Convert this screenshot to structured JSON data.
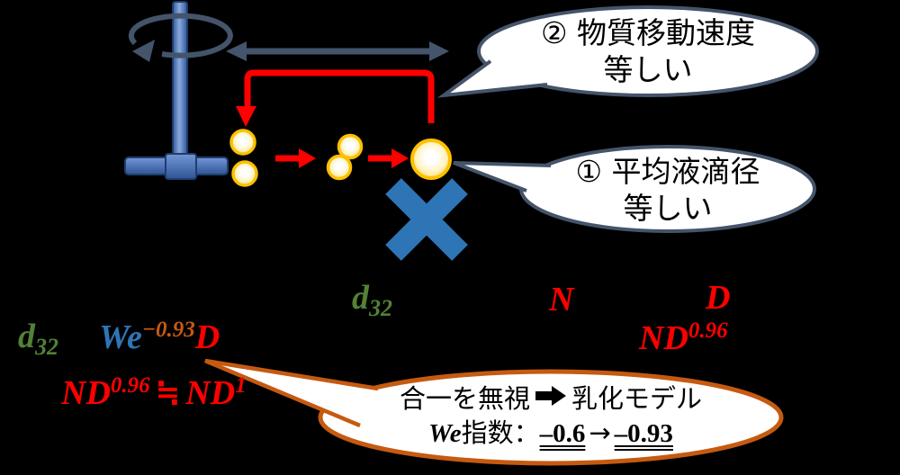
{
  "bubbles": {
    "mass_transfer": {
      "line1": "② 物質移動速度",
      "line2": "等しい"
    },
    "mean_droplet": {
      "line1": "① 平均液滴径",
      "line2": "等しい"
    },
    "note": {
      "line1_before_arrow": "合一を無視",
      "line1_after_arrow": "乳化モデル",
      "line2_we": "We",
      "line2_label": "指数：",
      "line2_old_value": "–0.6",
      "line2_arrow": "→",
      "line2_new_value": "–0.93"
    }
  },
  "formulas": {
    "top_d32": {
      "base": "d",
      "sub": "32"
    },
    "top_N": "N",
    "top_D": "D",
    "top_ND": {
      "base": "ND",
      "sup": "0.96"
    },
    "left_d32": {
      "base": "d",
      "sub": "32"
    },
    "we_term": {
      "base": "We",
      "exp": "−0.93"
    },
    "we_term_D": "D",
    "approx_line": {
      "l_base": "ND",
      "l_sup": "0.96",
      "sign": "≒",
      "r_base": "ND",
      "r_sup": "1"
    }
  },
  "colors": {
    "background": "#000000",
    "formula_red": "#FF0000",
    "formula_green": "#538135",
    "formula_blue": "#2E75B6",
    "formula_orange": "#C55A11",
    "arrow_slate": "#44546A",
    "impeller_blue": "#4472C4",
    "droplet_gold": "#FFC000",
    "cross_blue": "#2E75B6",
    "note_border_orange": "#C55A11"
  }
}
